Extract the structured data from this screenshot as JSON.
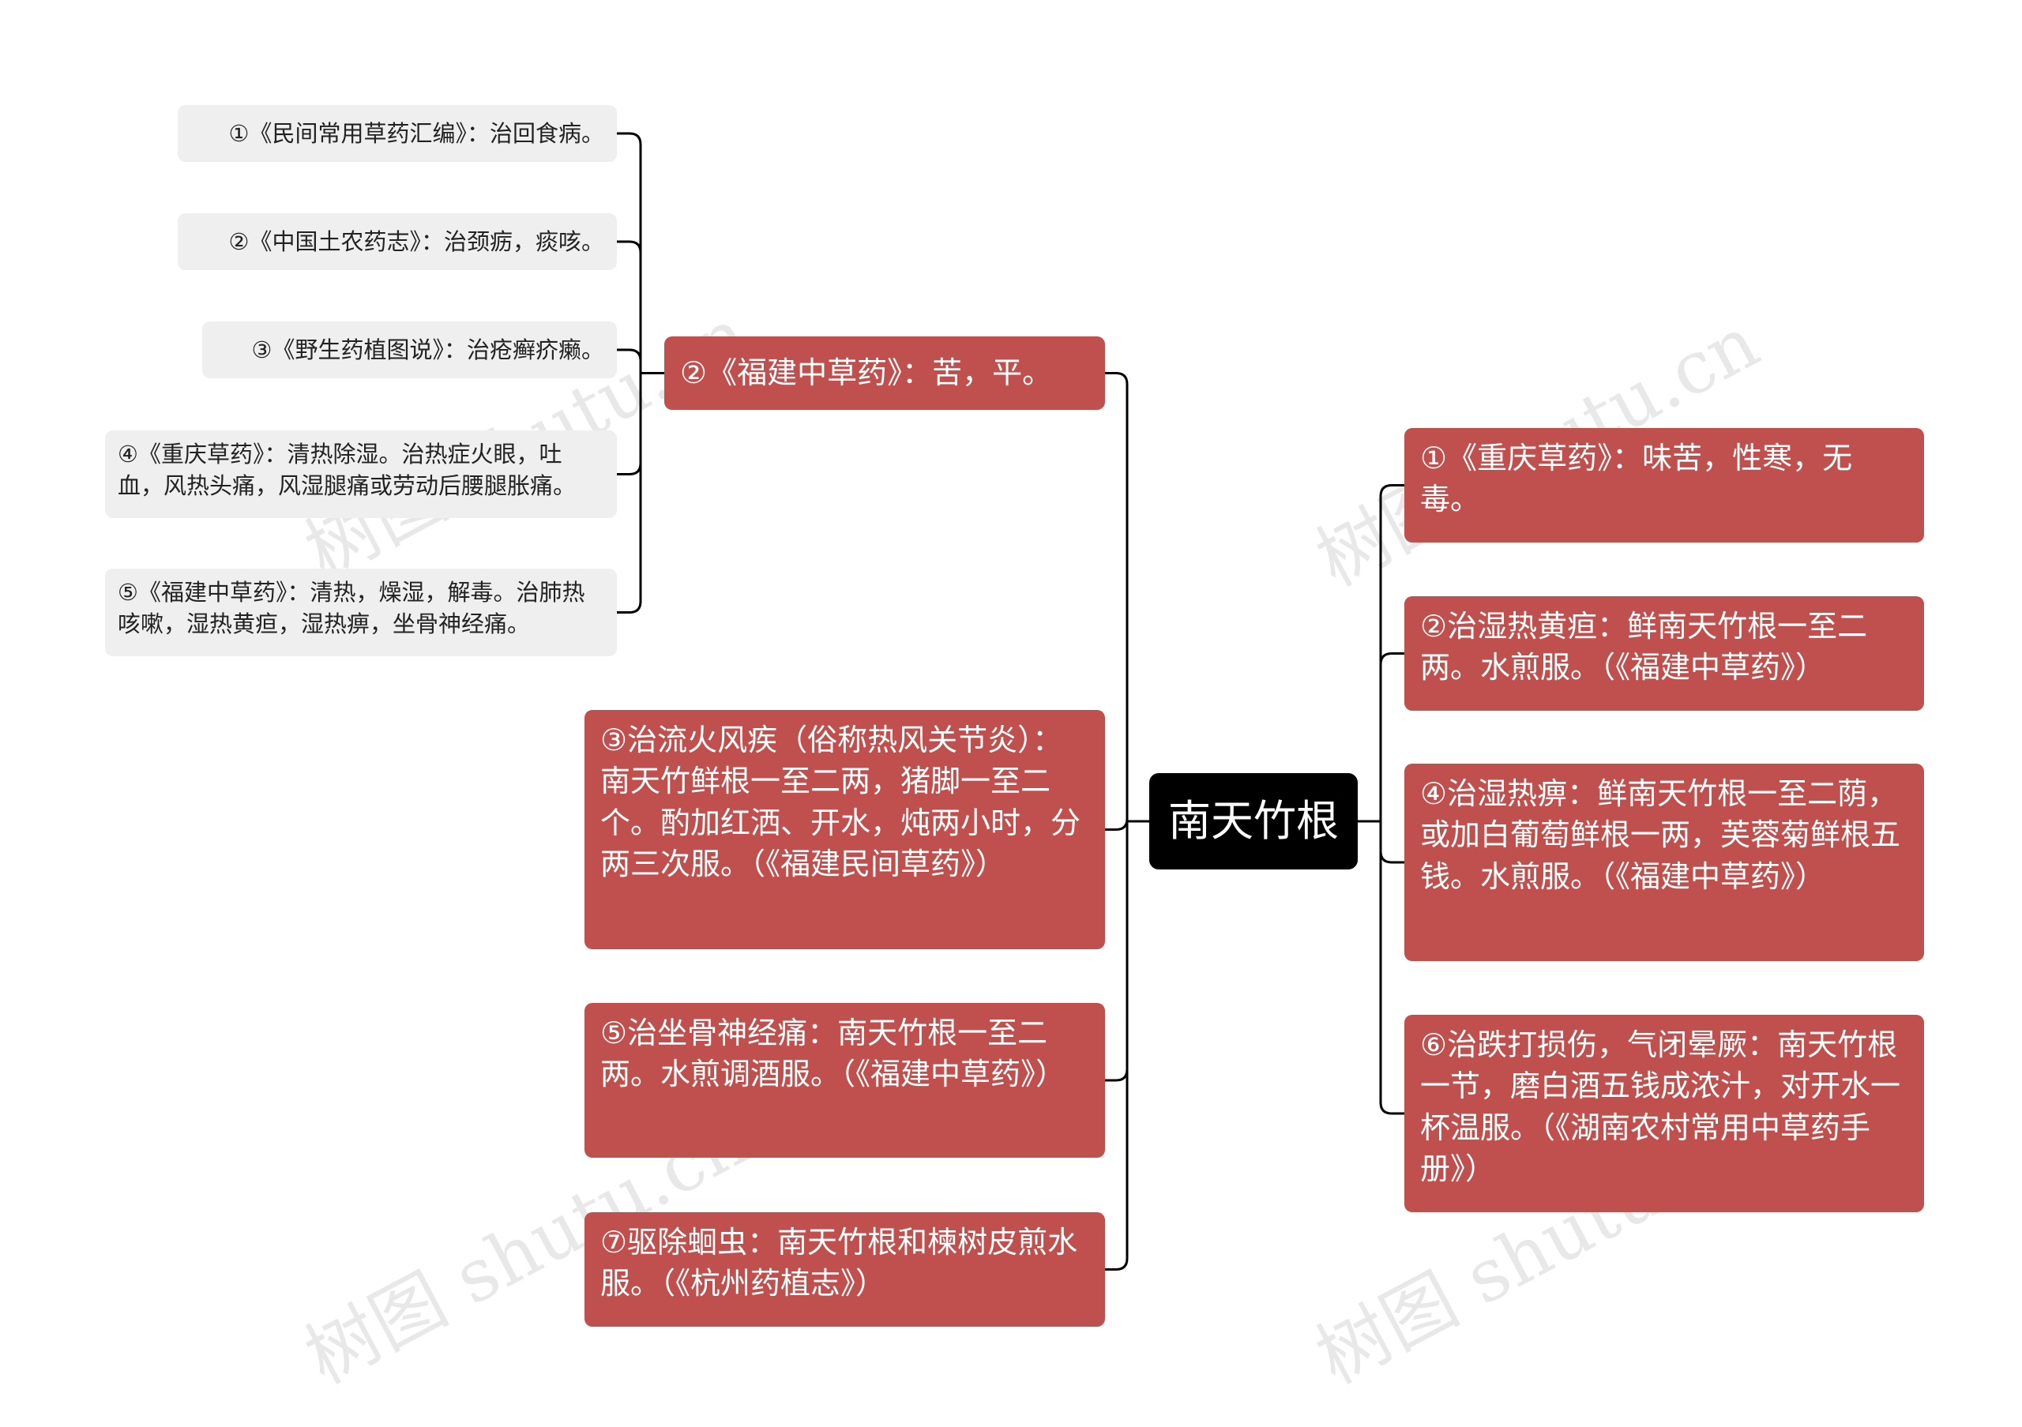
{
  "root": {
    "label": "南天竹根"
  },
  "left_branches": [
    {
      "label": "②《福建中草药》：苦，平。"
    },
    {
      "label": "③治流火风疾（俗称热风关节炎）：南天竹鲜根一至二两，猪脚一至二个。酌加红洒、开水，炖两小时，分两三次服。（《福建民间草药》）"
    },
    {
      "label": "⑤治坐骨神经痛：南天竹根一至二两。水煎调酒服。（《福建中草药》）"
    },
    {
      "label": "⑦驱除蛔虫：南天竹根和楝树皮煎水服。（《杭州药植志》）"
    }
  ],
  "sub_branches": [
    {
      "label": "①《民间常用草药汇编》：治回食病。"
    },
    {
      "label": "②《中国土农药志》：治颈疬，痰咳。"
    },
    {
      "label": "③《野生药植图说》：治疮癣疥癞。"
    },
    {
      "label": "④《重庆草药》：清热除湿。治热症火眼，吐血，风热头痛，风湿腿痛或劳动后腰腿胀痛。"
    },
    {
      "label": "⑤《福建中草药》：清热，燥湿，解毒。治肺热咳嗽，湿热黄疸，湿热痹，坐骨神经痛。"
    }
  ],
  "right_branches": [
    {
      "label": "①《重庆草药》：味苦，性寒，无毒。"
    },
    {
      "label": "②治湿热黄疸：鲜南天竹根一至二两。水煎服。（《福建中草药》）"
    },
    {
      "label": "④治湿热痹：鲜南天竹根一至二荫，或加白葡萄鲜根一两，芙蓉菊鲜根五钱。水煎服。（《福建中草药》）"
    },
    {
      "label": "⑥治跌打损伤，气闭晕厥：南天竹根一节，磨白酒五钱成浓汁，对开水一杯温服。（《湖南农村常用中草药手册》）"
    }
  ],
  "watermark": "树图 shutu.cn",
  "colors": {
    "branch": "#c0504d",
    "sub": "#efefef",
    "root": "#000000",
    "line": "#000000"
  }
}
